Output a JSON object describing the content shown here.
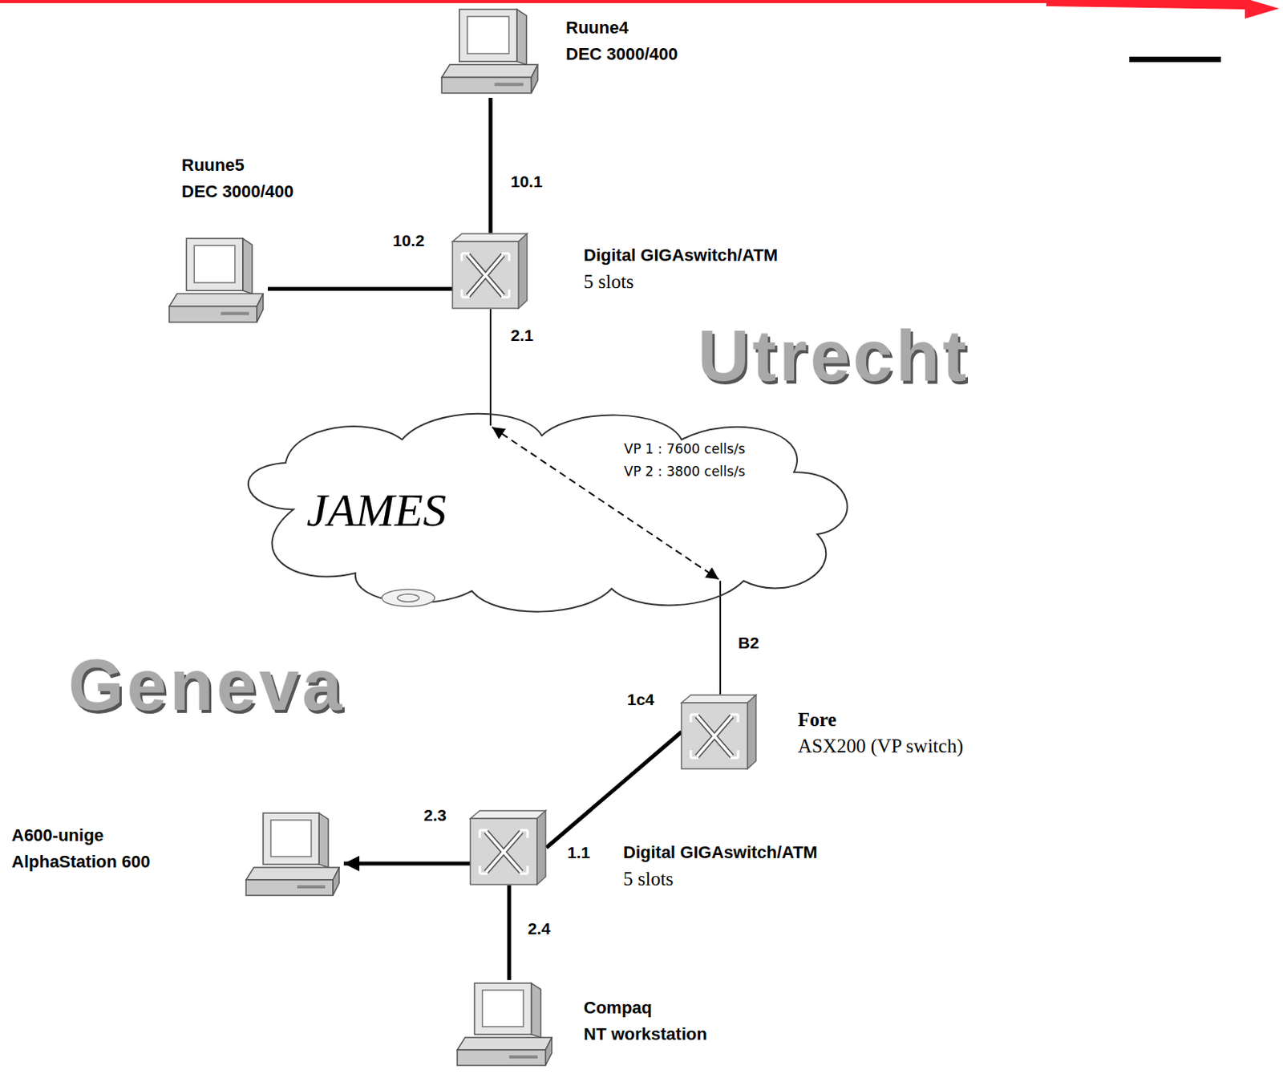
{
  "diagram": {
    "nodes": [
      {
        "text": [
          "Ruune4",
          "DEC 3000/400"
        ]
      },
      {
        "text": [
          "Ruune5",
          "DEC 3000/400"
        ]
      },
      {
        "text": [
          "Digital GIGAswitch/ATM",
          "5 slots"
        ]
      },
      {
        "text": [
          "JAMES"
        ]
      },
      {
        "text": [
          "Fore",
          "ASX200 (VP switch)"
        ]
      },
      {
        "text": [
          "Digital GIGAswitch/ATM",
          "5 slots"
        ]
      },
      {
        "text": [
          "A600-unige",
          "AlphaStation 600"
        ]
      },
      {
        "text": [
          "Compaq",
          "NT workstation"
        ]
      }
    ],
    "edges": [
      {
        "from": 0,
        "to": 2,
        "label": "10.1",
        "arrow": "none"
      },
      {
        "from": 1,
        "to": 2,
        "label": "10.2",
        "arrow": "none"
      },
      {
        "from": 2,
        "to": 3,
        "label": "2.1",
        "arrow": "none"
      },
      {
        "from": 4,
        "to": 3,
        "label": "B2",
        "arrow": "none"
      },
      {
        "from": 4,
        "to": 5,
        "arrow": "none"
      },
      {
        "from": 5,
        "to": 6,
        "label": "2.3",
        "arrow": "to"
      },
      {
        "from": 5,
        "to": 7,
        "label": "2.4",
        "arrow": "none"
      }
    ],
    "labels": [
      "Utrecht",
      "VP 1 : 7600 cells/s",
      "VP 2 : 3800 cells/s",
      "Geneva",
      "1c4",
      "1.1"
    ]
  }
}
